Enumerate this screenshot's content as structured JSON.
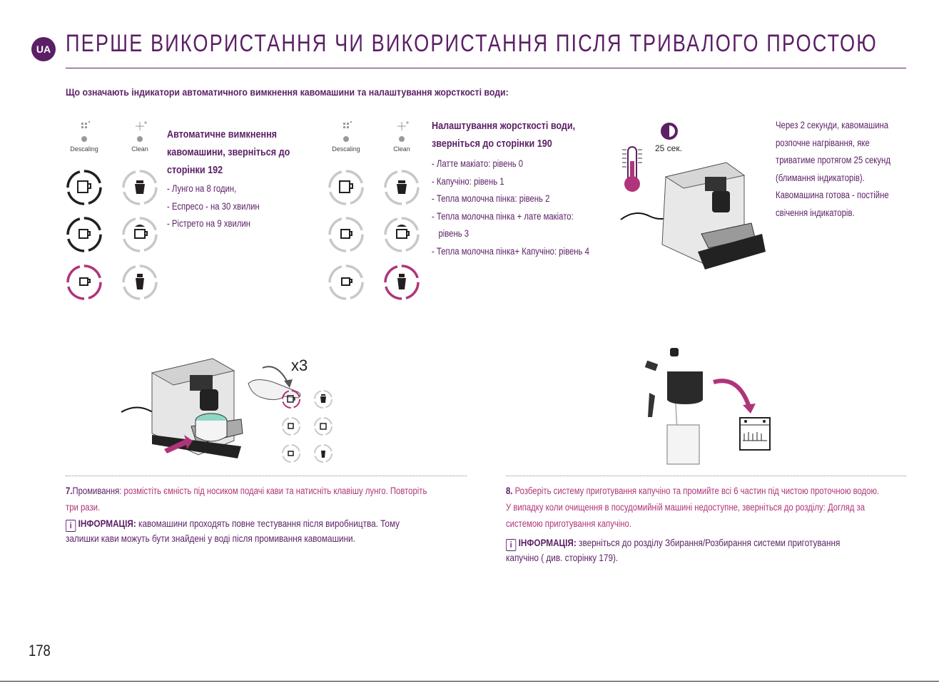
{
  "header": {
    "lang_badge": "UA",
    "title": "ПЕРШЕ ВИКОРИСТАННЯ ЧИ ВИКОРИСТАННЯ ПІСЛЯ ТРИВАЛОГО ПРОСТОЮ",
    "subtitle": "Що означають індикатори автоматичного вимкнення кавомашини та налаштування жорсткості води:"
  },
  "indicators": {
    "descaling": "Descaling",
    "clean": "Clean"
  },
  "auto_off": {
    "title_1": "Автоматичне вимкнення",
    "title_2": "кавомашини, зверніться до",
    "title_3": "сторінки 192",
    "items": [
      "- Лунго на 8 годин,",
      "- Еспресо - на 30 хвилин",
      "- Рістрето на 9 хвилин"
    ]
  },
  "hardness": {
    "title_1": "Налаштування жорсткості води,",
    "title_2": "зверніться до сторінки 190",
    "items": [
      "- Латте макіато: рівень 0",
      "- Капучіно: рівень 1",
      "- Тепла молочна пінка: рівень 2",
      "- Тепла молочна пінка + лате макіато:",
      "   рівень 3",
      "- Тепла молочна пінка+ Капучіно: рівень 4"
    ]
  },
  "heating": {
    "timer": "25 сек.",
    "lines": [
      "Через 2 секунди, кавомашина",
      "розпочне нагрівання, яке",
      "триватиме протягом 25 секунд",
      "(блимання індикаторів).",
      "Кавомашина готова - постійне",
      "свічення індикаторів."
    ]
  },
  "step7": {
    "press_count": "x3",
    "number": "7.",
    "label": "Промивання",
    "text_1": ": розмістіть ємність під носиком подачі кави та натисніть клавішу лунго. Повторіть",
    "text_2": "три рази.",
    "info_label": "ІНФОРМАЦІЯ:",
    "info_1": " кавомашини проходять повне тестування після виробництва. Тому",
    "info_2": "залишки кави можуть бути знайдені у воді після промивання кавомашини."
  },
  "step8": {
    "number": "8.",
    "text_1": " Розберіть систему приготування капучіно та промийте всі 6 частин під чистою проточною водою.",
    "text_2": "У випадку коли очищення в посудомийній машині недоступне, зверніться до розділу: Догляд за",
    "text_3": "системою приготування капучіно.",
    "info_label": "ІНФОРМАЦІЯ:",
    "info_1": " зверніться до розділу Збирання/Розбирання системи приготування",
    "info_2": "капучіно ( див. сторінку 179)."
  },
  "page_number": "178",
  "colors": {
    "accent": "#5b1f66",
    "magenta": "#b0347a",
    "ring_dark": "#231f20",
    "ring_light": "#c8c8c8"
  }
}
